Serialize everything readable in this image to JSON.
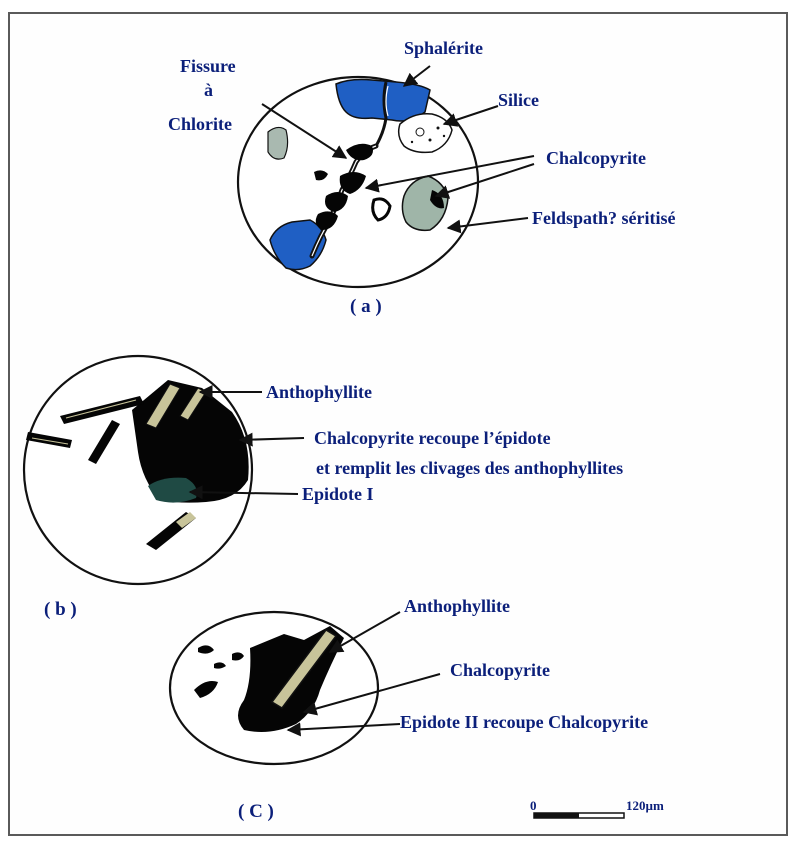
{
  "panel_a": {
    "caption": "( a )",
    "labels": {
      "sphalerite": "Sphalérite",
      "fissure_line1": "Fissure",
      "fissure_line2": "à",
      "fissure_line3": "Chlorite",
      "silice": "Silice",
      "chalcopyrite": "Chalcopyrite",
      "feldspath": "Feldspath? séritisé"
    }
  },
  "panel_b": {
    "caption": "( b )",
    "labels": {
      "anthophyllite": "Anthophyllite",
      "chalco_line1": "Chalcopyrite recoupe l’épidote",
      "chalco_line2": "et remplit les clivages des anthophyllites",
      "epidote": "Epidote I"
    }
  },
  "panel_c": {
    "caption": "( C )",
    "labels": {
      "anthophyllite": "Anthophyllite",
      "chalcopyrite": "Chalcopyrite",
      "epidote": "Epidote II recoupe Chalcopyrite"
    }
  },
  "scale_bar": {
    "start_label": "0",
    "end_label": "120µm"
  },
  "colors": {
    "label_text": "#0b1f7a",
    "sphalerite": "#1f5fc4",
    "chalcopyrite": "#050505",
    "feldspath": "#9fb5a8",
    "epidote": "#1f4a44",
    "anthophyllite": "#c8c49a",
    "outline": "#1a1a1a"
  }
}
